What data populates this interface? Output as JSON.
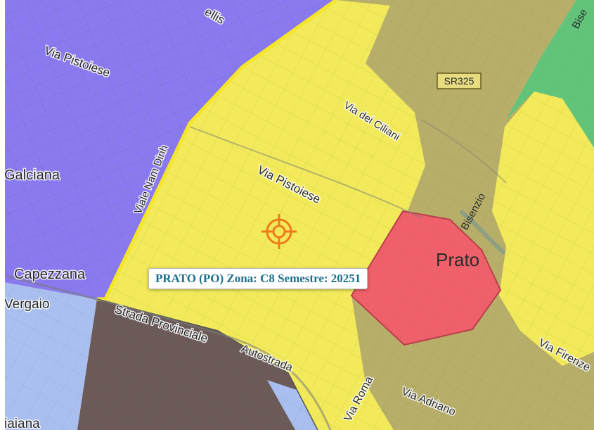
{
  "map": {
    "colors": {
      "zone_purple": "#8a7af0",
      "zone_yellow": "#f2ea5a",
      "zone_olive": "#b7ae6a",
      "zone_red": "#f0606a",
      "zone_green": "#62c47a",
      "zone_lightblue": "#a9bff0",
      "zone_darkbrown": "#6b5a58",
      "boundary_yellow": "#f5e62a",
      "marker_orange": "#f07a1a"
    },
    "labels": {
      "via_pistoiese_top": "Via Pistoiese",
      "via_pistoiese_center": "Via Pistoiese",
      "galciana": "Galciana",
      "capezzana": "Capezzana",
      "vergaio": "Vergaio",
      "viale_nam_dinh": "Viale Nam Dinh",
      "via_dei_ciliani": "Via dei Ciliani",
      "prato": "Prato",
      "strada_provinciale": "Strada Provinciale",
      "autostrada": "Autostrada",
      "via_roma": "Via Roma",
      "via_adriano": "Via Adriano",
      "via_firenze": "Via Firenze",
      "bisenzio_mid": "Bisenzio",
      "bisenzio_top": "Bise",
      "iaiana": "iaiana",
      "ellis": "ellis",
      "road_shield": "SR325"
    },
    "marker": {
      "name": "target-marker"
    },
    "tooltip": {
      "text": "PRATO (PO) Zona: C8 Semestre: 20251"
    }
  }
}
